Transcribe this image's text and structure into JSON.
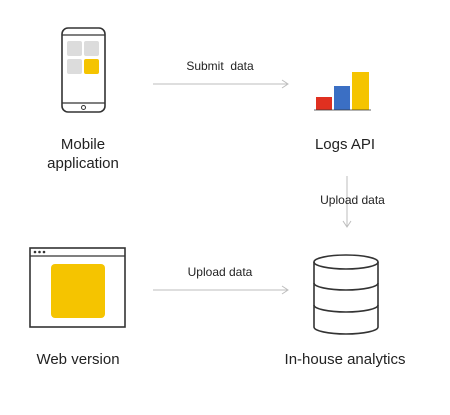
{
  "nodes": {
    "mobile": {
      "label_line1": "Mobile",
      "label_line2": "application"
    },
    "logs_api": {
      "label": "Logs API"
    },
    "web": {
      "label": "Web version"
    },
    "analytics": {
      "label": "In-house analytics"
    }
  },
  "edges": {
    "submit": {
      "label": "Submit  data"
    },
    "upload_vertical": {
      "label": "Upload data"
    },
    "upload_horizontal": {
      "label": "Upload data"
    }
  },
  "colors": {
    "accent_yellow": "#f5c400",
    "bar_red": "#e03020",
    "bar_blue": "#3b6fc4",
    "arrow_gray": "#bdbdbd",
    "outline": "#333333"
  },
  "icons": {
    "mobile": "smartphone-icon",
    "logs_api": "bar-chart-icon",
    "web": "browser-window-icon",
    "analytics": "database-icon"
  }
}
